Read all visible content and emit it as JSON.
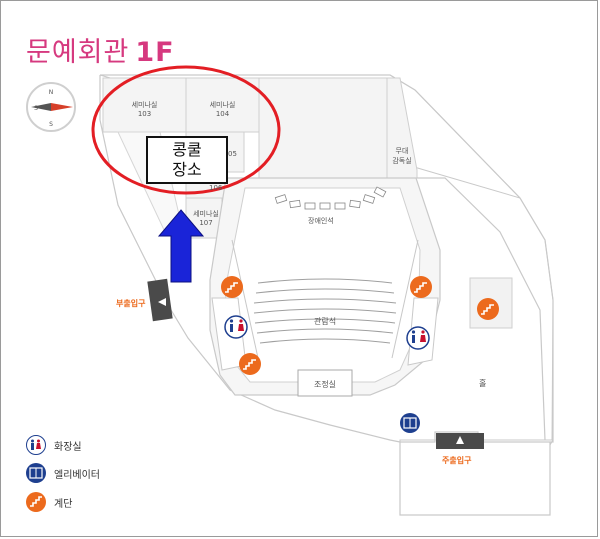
{
  "title": {
    "building": "문예회관",
    "floor": "1F"
  },
  "rooms": {
    "r103": {
      "name": "세미나실",
      "num": "103"
    },
    "r104": {
      "name": "세미나실",
      "num": "104"
    },
    "r105": {
      "partial": "05"
    },
    "r106": {
      "partial": "106"
    },
    "r107": {
      "name": "세미나실",
      "num": "107"
    },
    "stage_supervisor": {
      "line1": "무대",
      "line2": "감독실"
    },
    "disabled_seats": "장애인석",
    "auditorium": "관람석",
    "control_room": "조정실",
    "hall": "홀"
  },
  "entrances": {
    "side": "부출입구",
    "main": "주출입구"
  },
  "callout": {
    "line1": "콩쿨",
    "line2": "장소"
  },
  "legend": [
    {
      "icon": "restroom-icon",
      "label": "화장실",
      "color": "#c8102e"
    },
    {
      "icon": "elevator-icon",
      "label": "엘리베이터",
      "color": "#1e3f8f"
    },
    {
      "icon": "stairs-icon",
      "label": "계단",
      "color": "#ec6a1d"
    }
  ],
  "colors": {
    "title": "#d6397f",
    "highlight_circle": "#e31e24",
    "arrow": "#1a24d8",
    "stairs": "#ec6a1d",
    "restroom": "#c8102e",
    "elevator": "#1e3f8f"
  }
}
